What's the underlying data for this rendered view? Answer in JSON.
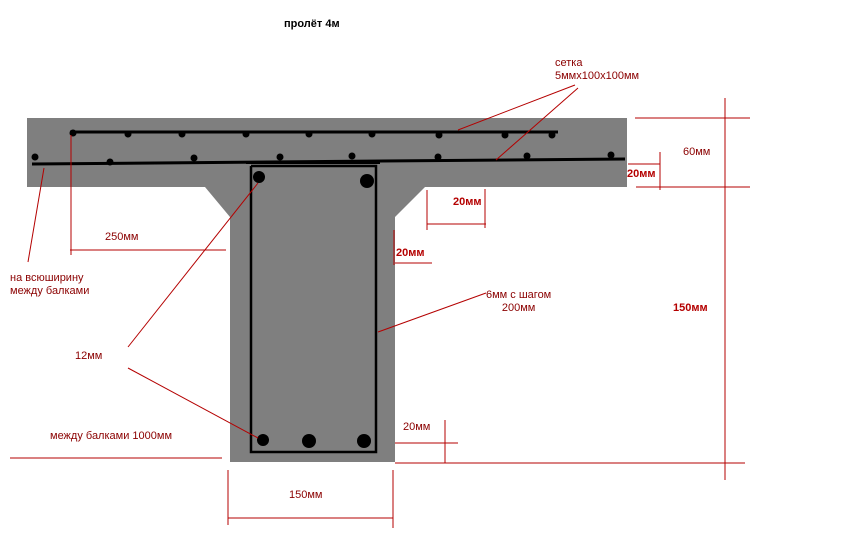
{
  "title": "пролёт 4м",
  "labels": {
    "mesh_line1": "сетка",
    "mesh_line2": "5ммх100х100мм",
    "flange_height": "60мм",
    "cover_flange": "20мм",
    "cover_haunch_h": "20мм",
    "cover_haunch_v": "20мм",
    "spacing_250": "250мм",
    "full_width_line1": "на всюширину",
    "full_width_line2": "между балками",
    "stirrup_line1": "6мм  с шагом",
    "stirrup_line2": "200мм",
    "total_height": "150мм",
    "rebar_diameter": "12мм",
    "cover_bottom": "20мм",
    "beam_spacing": "между балками 1000мм",
    "web_width": "150мм"
  },
  "colors": {
    "concrete": "#7f7f7f",
    "rebar": "#000000",
    "dimension": "#b40000",
    "text": "#8b0000"
  }
}
